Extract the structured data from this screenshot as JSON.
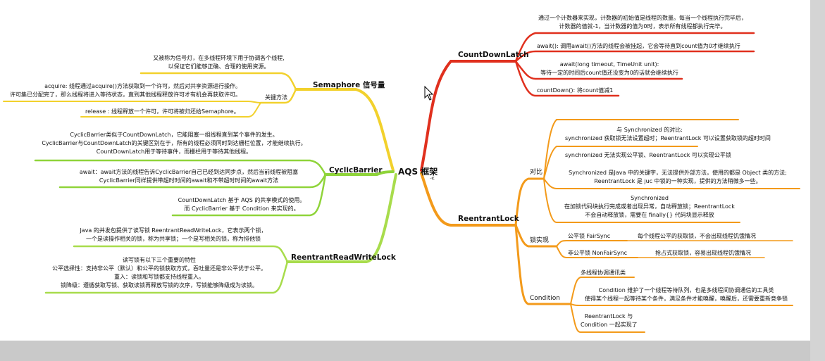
{
  "center": {
    "label": "AQS 框架"
  },
  "colors": {
    "red": "#e0301e",
    "orange": "#f39a1a",
    "yellow": "#f2d12c",
    "green": "#8fd43a",
    "green_light": "#a8dc4c"
  },
  "countdownlatch": {
    "title": "CountDownLatch",
    "desc": [
      "通过一个计数器来实现，计数器的初始值是线程的数量。每当一个线程执行完毕后，",
      "计数器的值就-1，当计数器的值为0时，表示所有线程都执行完毕。"
    ],
    "await": "await(): 调用await()方法的线程会被挂起，它会等待直到count值为0才继续执行",
    "await_timeout": [
      "await(long timeout, TimeUnit unit):",
      "等待一定的时间后count值还没变为0的话就会继续执行"
    ],
    "countdown": "countDown(): 将count值减1"
  },
  "reentrantlock": {
    "title": "ReentrantLock",
    "compare": {
      "label": "对比",
      "vs_title": "与 Synchronized 的对比:",
      "vs_line": "synchronized 获取锁无法设置超时；ReentrantLock 可以设置获取锁的超时时间",
      "fair": "synchronized 无法实现公平锁、ReentrantLock 可以实现公平锁",
      "keyword": [
        "Synchronized 是Java 中的关键字，无法提供外部方法，使用的都是 Object 类的方法;",
        "ReentrantLock 是 juc 中锁的一种实现，提供的方法稍微多一些。"
      ],
      "release": [
        "Synchronized",
        "在加锁代码块执行完成或者出现异常，自动释放锁；ReentrantLock",
        "不会自动释放锁，需要在 finally{} 代码块显示释放"
      ]
    },
    "impl": {
      "label": "锁实现",
      "fair_label": "公平锁 FairSync",
      "fair_desc": "每个线程公平的获取锁，不会出现线程饥饿情况",
      "nonfair_label": "非公平锁 NonFairSync",
      "nonfair_desc": "抢占式获取锁，容易出现线程饥饿情况"
    },
    "condition": {
      "label": "Condition",
      "multi": "多线程协调通讯类",
      "desc": [
        "Condition 维护了一个线程等待队列，也是多线程间协调通信的工具类",
        "使得某个线程一起等待某个条件，满足条件才能唤醒，唤醒后，还需要重新竞争锁"
      ],
      "together": [
        "ReentrantLock 与",
        "Condition 一起实现了"
      ]
    }
  },
  "semaphore": {
    "title": "Semaphore 信号量",
    "desc": [
      "又被称为信号灯，在多线程环境下用于协调各个线程,",
      "以保证它们能够正确、合理的使用资源。"
    ],
    "key_label": "关键方法",
    "acquire": [
      "acquire: 线程通过acquire()方法获取到一个许可，然后对共享资源进行操作。",
      "许可集已分配完了，那么线程将进入等待状态，直到其他线程释放许可才有机会再获取许可。"
    ],
    "release": "release : 线程释放一个许可，许可将被归还给Semaphore。"
  },
  "cyclicbarrier": {
    "title": "CyclicBarrier",
    "desc": [
      "CyclicBarrier类似于CountDownLatch，它能阻塞一组线程直到某个事件的发生。",
      "CyclicBarrier与CountDownLatch的关键区别在于，所有的线程必须同时到达栅栏位置，才能继续执行。",
      "CountDownLatch用于等待事件，而栅栏用于等待其他线程。"
    ],
    "await": [
      "await：await方法的线程告诉CyclicBarrier自己已经到达同步点，然后当前线程被阻塞",
      "CyclicBarrier同样提供带超时时间的await和不带超时时间的await方法"
    ],
    "impl": [
      "CountDownLatch 基于 AQS 的共享模式的使用。",
      "而 CyclicBarrier 基于 Condition 来实现的。"
    ]
  },
  "rwlock": {
    "title": "ReentrantReadWriteLock",
    "desc": [
      "Java 的并发包提供了读写锁 ReentrantReadWriteLock，它表示两个锁，",
      "一个是读操作相关的锁，称为共享锁；一个是写相关的锁，称为排他锁"
    ],
    "features": [
      "读写锁有以下三个重要的特性",
      "公平选择性：支持非公平（默认）和公平的锁获取方式，吞吐量还是非公平优于公平。",
      "重入：读锁和写锁都支持线程重入。",
      "锁降级：遵循获取写锁、获取读锁再释放写锁的次序，写锁能够降级成为读锁。"
    ]
  }
}
